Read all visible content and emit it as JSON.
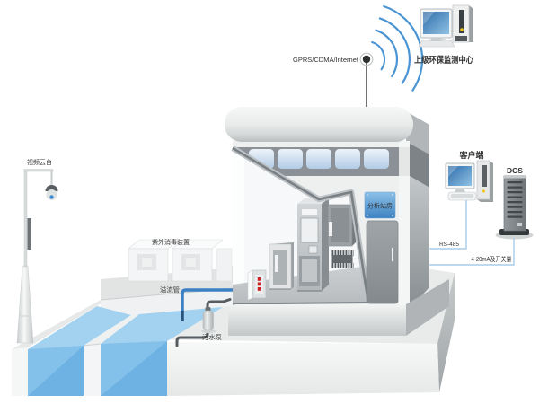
{
  "labels": {
    "gprs": "GPRS/CDMA/Internet",
    "monitoring_center": "上级环保监测中心",
    "client": "客户端",
    "dcs": "DCS",
    "rs485": "RS-485",
    "analog_signal": "4-20mA及开关量",
    "video_camera": "视频云台",
    "uv_disinfection": "紫外消毒装置",
    "overflow_pipe": "溢流管",
    "sewage_pump": "污水泵",
    "station_sign": "分析站房"
  },
  "colors": {
    "water_front": "#6db2e2",
    "water_front_light": "#84c1ea",
    "water_surface": "#a3d2f0",
    "wireless_blue": "#4a94d4",
    "pipe_blue": "#3a80c3",
    "pipe_dark_blue": "#27517a",
    "connection_line": "#a9cbe7",
    "alert_red": "#cc2222",
    "led_yellow": "#f1c40f",
    "pipe_gray": "#565c60"
  }
}
